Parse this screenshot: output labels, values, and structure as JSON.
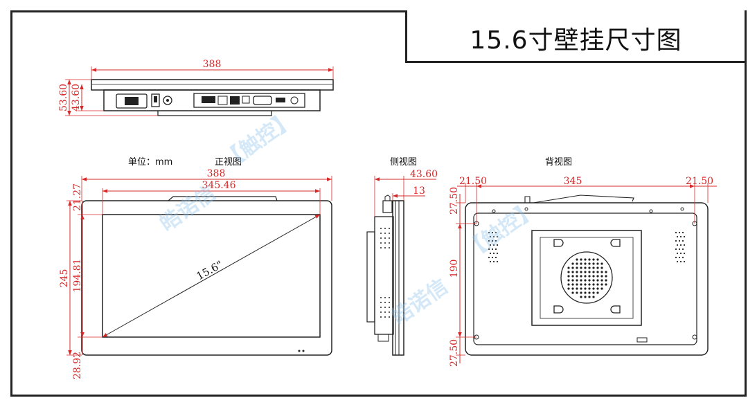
{
  "title": "15.6寸壁挂尺寸图",
  "views": {
    "unit": "单位：mm",
    "front": "正视图",
    "side": "侧视图",
    "back": "背视图"
  },
  "top_view": {
    "width": "388",
    "height_total": "53.60",
    "height_body": "43.60"
  },
  "front_view": {
    "width": "388",
    "screen_width": "345.46",
    "top_margin": "21.27",
    "height": "245",
    "screen_height": "194.81",
    "bottom_margin": "28.92",
    "diagonal": "15.6\""
  },
  "side_view": {
    "depth": "43.60",
    "body": "13"
  },
  "back_view": {
    "left": "21.50",
    "center": "345",
    "right": "21.50",
    "top": "27.50",
    "middle": "190",
    "bottom": "27.50"
  },
  "watermark": {
    "brand": "皓诺信",
    "mark": "【触控】"
  }
}
